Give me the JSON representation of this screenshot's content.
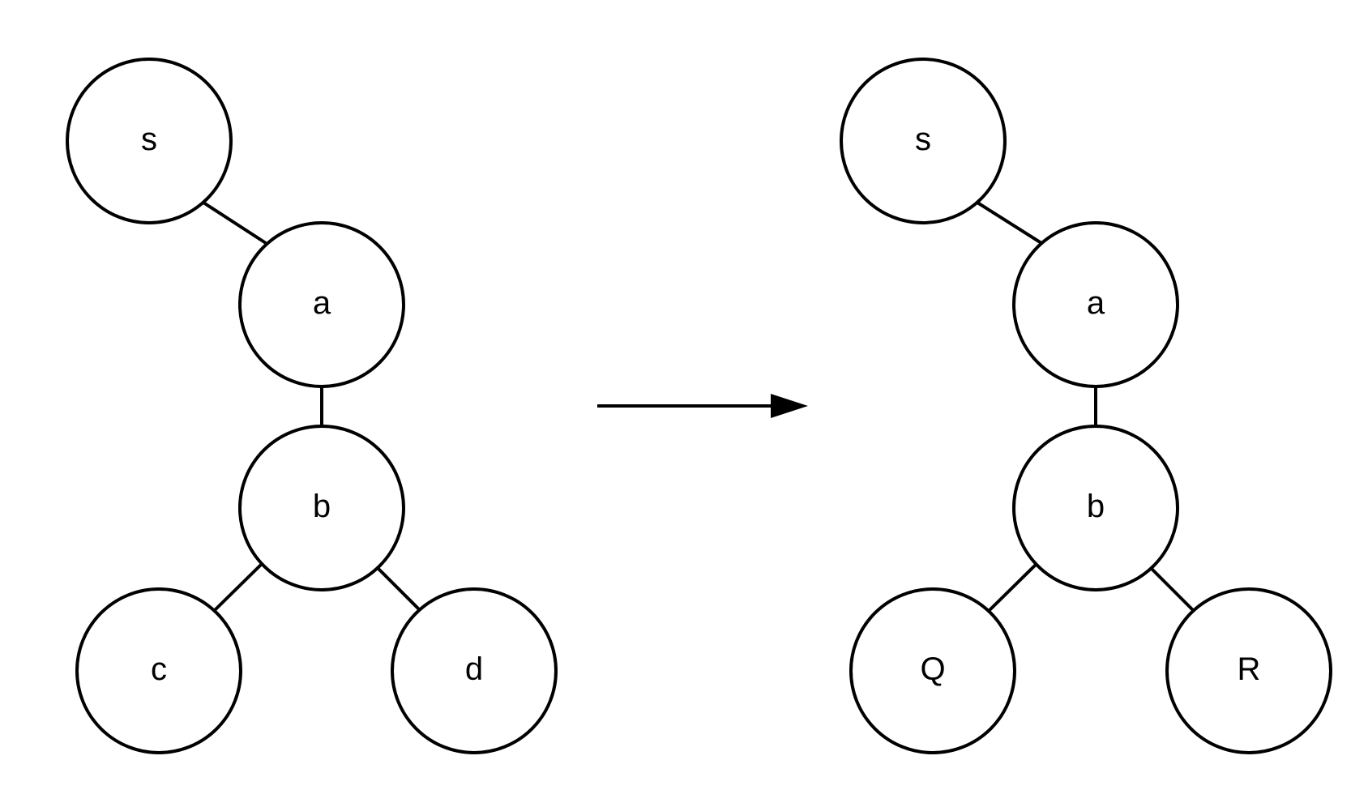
{
  "colors": {
    "background": "#ffffff",
    "stroke": "#000000",
    "text": "#000000"
  },
  "left_tree": {
    "nodes": {
      "s": "s",
      "a": "a",
      "b": "b",
      "c": "c",
      "d": "d"
    },
    "edges": [
      [
        "s",
        "a"
      ],
      [
        "a",
        "b"
      ],
      [
        "b",
        "c"
      ],
      [
        "b",
        "d"
      ]
    ]
  },
  "right_tree": {
    "nodes": {
      "s": "s",
      "a": "a",
      "b": "b",
      "q": "Q",
      "r": "R"
    },
    "edges": [
      [
        "s",
        "a"
      ],
      [
        "a",
        "b"
      ],
      [
        "b",
        "q"
      ],
      [
        "b",
        "r"
      ]
    ]
  }
}
